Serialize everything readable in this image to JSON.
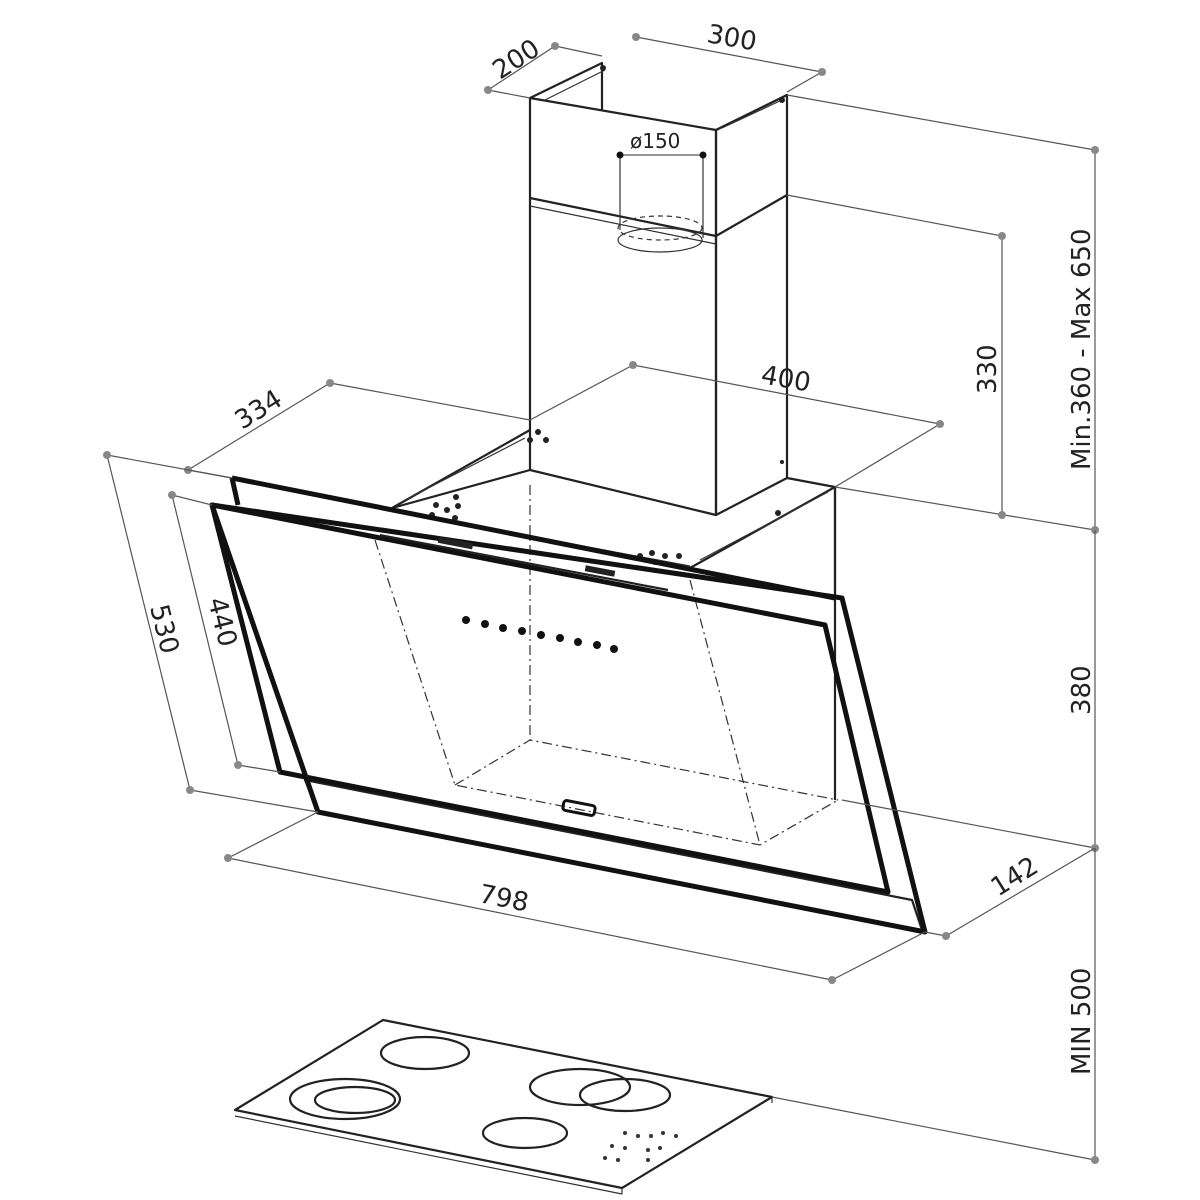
{
  "dimensions": {
    "duct_depth": "200",
    "duct_width": "300",
    "duct_diameter": "ø150",
    "chimney_range": "Min.360 - Max 650",
    "chimney_lower": "330",
    "canopy_depth": "400",
    "top_depth": "334",
    "glass_height_outer": "530",
    "glass_height_inner": "440",
    "hood_height": "380",
    "width": "798",
    "front_depth": "142",
    "min_clearance": "MIN 500"
  }
}
